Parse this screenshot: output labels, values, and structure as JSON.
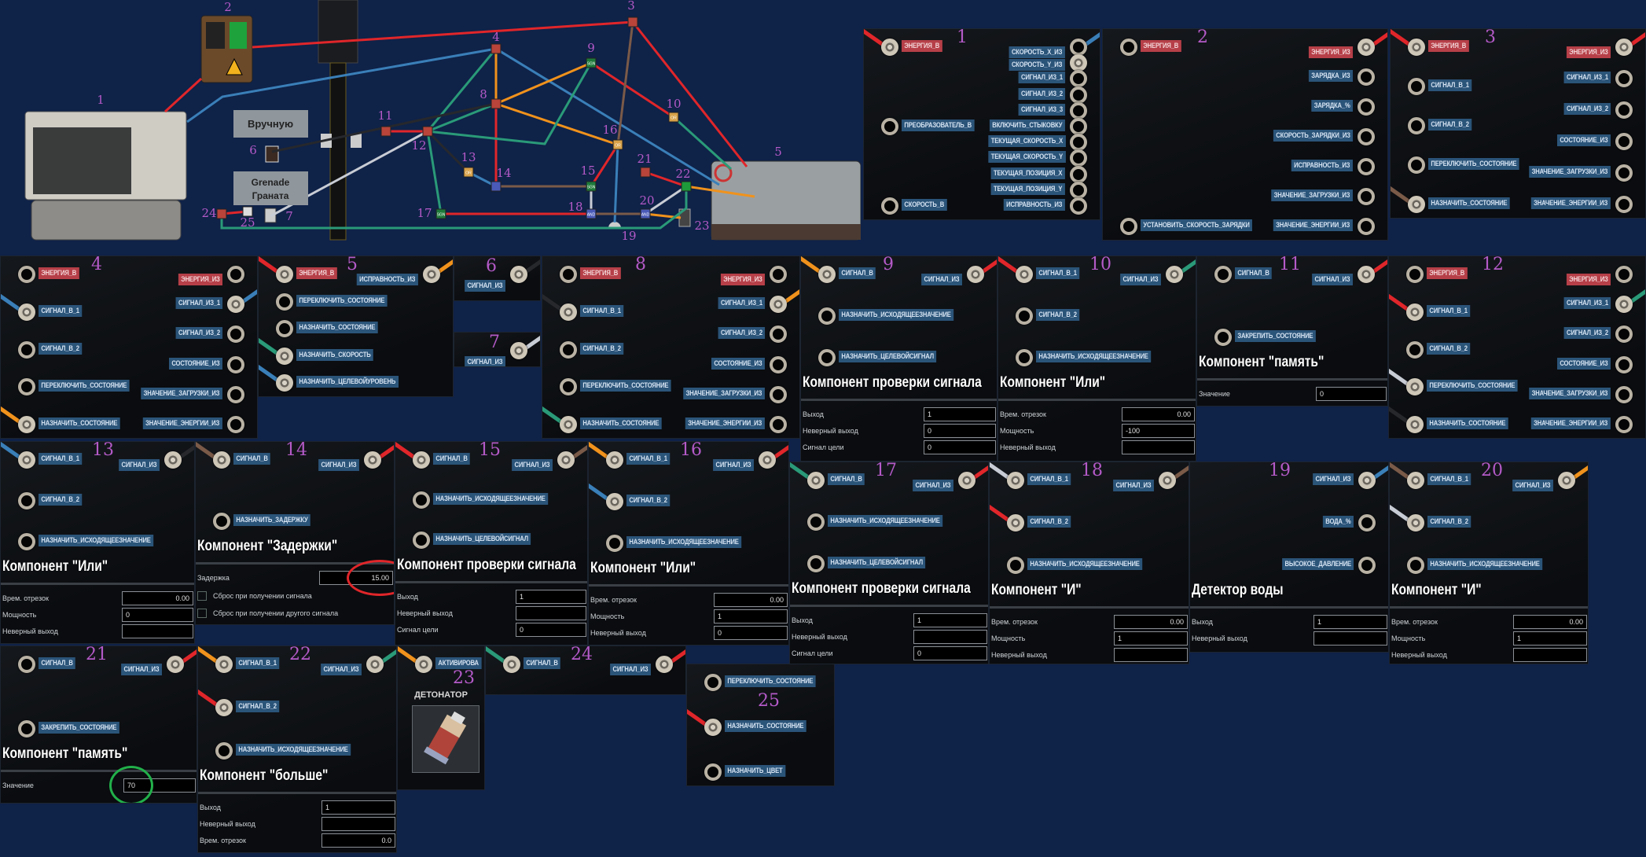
{
  "diagram": {
    "manual_button": "Вручную",
    "grenade_label_en": "Grenade",
    "grenade_label_ru": "Граната",
    "device_numbers": [
      "1",
      "2",
      "3",
      "4",
      "5",
      "6",
      "7",
      "8",
      "9",
      "10",
      "11",
      "12",
      "13",
      "14",
      "15",
      "16",
      "17",
      "18",
      "19",
      "20",
      "21",
      "22",
      "23",
      "24",
      "25"
    ],
    "chips": {
      "9": "SGN",
      "10": "OR",
      "13": "OR",
      "15": "SGN",
      "16": "OR",
      "17": "SGN",
      "18": "AND",
      "20": "AND"
    },
    "colors": {
      "red": "#e0262a",
      "blue": "#3a7fb8",
      "orange": "#f0921c",
      "green": "#2a9a78",
      "white": "#c8ccd4",
      "brown": "#7a5a48",
      "black": "#26282c"
    }
  },
  "panels": [
    {
      "id": "1",
      "left": [
        {
          "t": "ЭНЕРГИЯ_В",
          "e": true,
          "c": true,
          "w": "#e0262a"
        },
        {
          "t": "ПРЕОБРАЗОВАТЕЛЬ_В"
        },
        {
          "t": "СКОРОСТЬ_В"
        }
      ],
      "right": [
        {
          "t": "СКОРОСТЬ_X_ИЗ",
          "w": "#3a7fb8"
        },
        {
          "t": "СКОРОСТЬ_Y_ИЗ",
          "c": true
        },
        {
          "t": "СИГНАЛ_ИЗ_1"
        },
        {
          "t": "СИГНАЛ_ИЗ_2"
        },
        {
          "t": "СИГНАЛ_ИЗ_3"
        },
        {
          "t": "ВКЛЮЧИТЬ_СТЫКОВКУ"
        },
        {
          "t": "ТЕКУЩАЯ_СКОРОСТЬ_X"
        },
        {
          "t": "ТЕКУЩАЯ_СКОРОСТЬ_Y"
        },
        {
          "t": "ТЕКУЩАЯ_ПОЗИЦИЯ_X"
        },
        {
          "t": "ТЕКУЩАЯ_ПОЗИЦИЯ_Y"
        },
        {
          "t": "ИСПРАВНОСТЬ_ИЗ"
        }
      ]
    },
    {
      "id": "2",
      "left": [
        {
          "t": "ЭНЕРГИЯ_В",
          "e": true
        },
        {
          "t": "УСТАНОВИТЬ_СКОРОСТЬ_ЗАРЯДКИ"
        }
      ],
      "right": [
        {
          "t": "ЭНЕРГИЯ_ИЗ",
          "e": true,
          "c": true,
          "w": "#e0262a"
        },
        {
          "t": "ЗАРЯДКА_ИЗ"
        },
        {
          "t": "ЗАРЯДКА_%"
        },
        {
          "t": "СКОРОСТЬ_ЗАРЯДКИ_ИЗ"
        },
        {
          "t": "ИСПРАВНОСТЬ_ИЗ"
        },
        {
          "t": "ЗНАЧЕНИЕ_ЗАГРУЗКИ_ИЗ"
        },
        {
          "t": "ЗНАЧЕНИЕ_ЭНЕРГИИ_ИЗ"
        }
      ]
    },
    {
      "id": "3",
      "left": [
        {
          "t": "ЭНЕРГИЯ_В",
          "e": true,
          "c": true,
          "w": "#e0262a"
        },
        {
          "t": "СИГНАЛ_В_1"
        },
        {
          "t": "СИГНАЛ_В_2"
        },
        {
          "t": "ПЕРЕКЛЮЧИТЬ_СОСТОЯНИЕ"
        },
        {
          "t": "НАЗНАЧИТЬ_СОСТОЯНИЕ",
          "c": true,
          "w": "#7a5a48"
        }
      ],
      "right": [
        {
          "t": "ЭНЕРГИЯ_ИЗ",
          "e": true,
          "c": true,
          "w": "#e0262a"
        },
        {
          "t": "СИГНАЛ_ИЗ_1"
        },
        {
          "t": "СИГНАЛ_ИЗ_2"
        },
        {
          "t": "СОСТОЯНИЕ_ИЗ"
        },
        {
          "t": "ЗНАЧЕНИЕ_ЗАГРУЗКИ_ИЗ"
        },
        {
          "t": "ЗНАЧЕНИЕ_ЭНЕРГИИ_ИЗ"
        }
      ]
    },
    {
      "id": "4",
      "left": [
        {
          "t": "ЭНЕРГИЯ_В",
          "e": true
        },
        {
          "t": "СИГНАЛ_В_1",
          "c": true,
          "w": "#3a7fb8"
        },
        {
          "t": "СИГНАЛ_В_2"
        },
        {
          "t": "ПЕРЕКЛЮЧИТЬ_СОСТОЯНИЕ"
        },
        {
          "t": "НАЗНАЧИТЬ_СОСТОЯНИЕ",
          "c": true,
          "w": "#f0921c"
        }
      ],
      "right": [
        {
          "t": "ЭНЕРГИЯ_ИЗ",
          "e": true
        },
        {
          "t": "СИГНАЛ_ИЗ_1",
          "c": true,
          "w": "#3a7fb8"
        },
        {
          "t": "СИГНАЛ_ИЗ_2"
        },
        {
          "t": "СОСТОЯНИЕ_ИЗ"
        },
        {
          "t": "ЗНАЧЕНИЕ_ЗАГРУЗКИ_ИЗ"
        },
        {
          "t": "ЗНАЧЕНИЕ_ЭНЕРГИИ_ИЗ"
        }
      ]
    },
    {
      "id": "5",
      "left": [
        {
          "t": "ЭНЕРГИЯ_В",
          "e": true,
          "c": true,
          "w": "#e0262a"
        },
        {
          "t": "ПЕРЕКЛЮЧИТЬ_СОСТОЯНИЕ"
        },
        {
          "t": "НАЗНАЧИТЬ_СОСТОЯНИЕ"
        },
        {
          "t": "НАЗНАЧИТЬ_СКОРОСТЬ",
          "c": true,
          "w": "#2a9a78"
        },
        {
          "t": "НАЗНАЧИТЬ_ЦЕЛЕВОЙУРОВЕНЬ",
          "c": true,
          "w": "#3a7fb8"
        }
      ],
      "right": [
        {
          "t": "ИСПРАВНОСТЬ_ИЗ",
          "c": true,
          "w": "#f0921c"
        }
      ]
    },
    {
      "id": "6",
      "left": [],
      "right": [
        {
          "t": "СИГНАЛ_ИЗ",
          "c": true,
          "w": "#26282c"
        }
      ]
    },
    {
      "id": "7",
      "left": [],
      "right": [
        {
          "t": "СИГНАЛ_ИЗ",
          "c": true,
          "w": "#c8ccd4"
        }
      ]
    },
    {
      "id": "8",
      "left": [
        {
          "t": "ЭНЕРГИЯ_В",
          "e": true
        },
        {
          "t": "СИГНАЛ_В_1",
          "c": true,
          "w": "#26282c"
        },
        {
          "t": "СИГНАЛ_В_2"
        },
        {
          "t": "ПЕРЕКЛЮЧИТЬ_СОСТОЯНИЕ"
        },
        {
          "t": "НАЗНАЧИТЬ_СОСТОЯНИЕ",
          "c": true,
          "w": "#2a9a78"
        }
      ],
      "right": [
        {
          "t": "ЭНЕРГИЯ_ИЗ",
          "e": true
        },
        {
          "t": "СИГНАЛ_ИЗ_1",
          "c": true,
          "w": "#f0921c"
        },
        {
          "t": "СИГНАЛ_ИЗ_2"
        },
        {
          "t": "СОСТОЯНИЕ_ИЗ"
        },
        {
          "t": "ЗНАЧЕНИЕ_ЗАГРУЗКИ_ИЗ"
        },
        {
          "t": "ЗНАЧЕНИЕ_ЭНЕРГИИ_ИЗ"
        }
      ]
    },
    {
      "id": "9",
      "title": "Компонент проверки сигнала",
      "left": [
        {
          "t": "СИГНАЛ_В",
          "c": true,
          "w": "#f0921c"
        },
        {
          "t": "НАЗНАЧИТЬ_ИСХОДЯЩЕЕЗНАЧЕНИЕ"
        },
        {
          "t": "НАЗНАЧИТЬ_ЦЕЛЕВОЙСИГНАЛ"
        }
      ],
      "right": [
        {
          "t": "СИГНАЛ_ИЗ",
          "c": true,
          "w": "#e0262a"
        }
      ],
      "fields": [
        {
          "label": "Выход",
          "value": "1"
        },
        {
          "label": "Неверный выход",
          "value": "0"
        },
        {
          "label": "Сигнал цели",
          "value": "0"
        }
      ]
    },
    {
      "id": "10",
      "title": "Компонент \"Или\"",
      "left": [
        {
          "t": "СИГНАЛ_В_1",
          "c": true,
          "w": "#e0262a"
        },
        {
          "t": "СИГНАЛ_В_2"
        },
        {
          "t": "НАЗНАЧИТЬ_ИСХОДЯЩЕЕЗНАЧЕНИЕ"
        }
      ],
      "right": [
        {
          "t": "СИГНАЛ_ИЗ",
          "c": true,
          "w": "#2a9a78"
        }
      ],
      "fields": [
        {
          "label": "Врем. отрезок",
          "value": "0.00",
          "num": true
        },
        {
          "label": "Мощность",
          "value": "-100"
        },
        {
          "label": "Неверный выход",
          "value": ""
        }
      ]
    },
    {
      "id": "11",
      "title": "Компонент \"память\"",
      "left": [
        {
          "t": "СИГНАЛ_В"
        },
        {
          "t": "ЗАКРЕПИТЬ_СОСТОЯНИЕ"
        }
      ],
      "right": [
        {
          "t": "СИГНАЛ_ИЗ",
          "c": true,
          "w": "#e0262a"
        }
      ],
      "fields": [
        {
          "label": "Значение",
          "value": "0"
        }
      ]
    },
    {
      "id": "12",
      "left": [
        {
          "t": "ЭНЕРГИЯ_В",
          "e": true
        },
        {
          "t": "СИГНАЛ_В_1",
          "c": true,
          "w": "#e0262a"
        },
        {
          "t": "СИГНАЛ_В_2"
        },
        {
          "t": "ПЕРЕКЛЮЧИТЬ_СОСТОЯНИЕ",
          "c": true,
          "w": "#c8ccd4"
        },
        {
          "t": "НАЗНАЧИТЬ_СОСТОЯНИЕ",
          "c": true,
          "w": "#26282c"
        }
      ],
      "right": [
        {
          "t": "ЭНЕРГИЯ_ИЗ",
          "e": true
        },
        {
          "t": "СИГНАЛ_ИЗ_1",
          "c": true,
          "w": "#2a9a78"
        },
        {
          "t": "СИГНАЛ_ИЗ_2"
        },
        {
          "t": "СОСТОЯНИЕ_ИЗ"
        },
        {
          "t": "ЗНАЧЕНИЕ_ЗАГРУЗКИ_ИЗ"
        },
        {
          "t": "ЗНАЧЕНИЕ_ЭНЕРГИИ_ИЗ"
        }
      ]
    },
    {
      "id": "13",
      "title": "Компонент \"Или\"",
      "left": [
        {
          "t": "СИГНАЛ_В_1",
          "c": true,
          "w": "#3a7fb8"
        },
        {
          "t": "СИГНАЛ_В_2"
        },
        {
          "t": "НАЗНАЧИТЬ_ИСХОДЯЩЕЕЗНАЧЕНИЕ"
        }
      ],
      "right": [
        {
          "t": "СИГНАЛ_ИЗ",
          "c": true,
          "w": "#26282c"
        }
      ],
      "fields": [
        {
          "label": "Врем. отрезок",
          "value": "0.00",
          "num": true
        },
        {
          "label": "Мощность",
          "value": "0"
        },
        {
          "label": "Неверный выход",
          "value": ""
        }
      ]
    },
    {
      "id": "14",
      "title": "Компонент \"Задержки\"",
      "left": [
        {
          "t": "СИГНАЛ_В",
          "c": true,
          "w": "#7a5a48"
        },
        {
          "t": "НАЗНАЧИТЬ_ЗАДЕРЖКУ"
        }
      ],
      "right": [
        {
          "t": "СИГНАЛ_ИЗ",
          "c": true,
          "w": "#e0262a"
        }
      ],
      "fields": [
        {
          "label": "Задержка",
          "value": "15.00",
          "num": true,
          "highlight": "#e0262a"
        }
      ],
      "checks": [
        "Сброс при получении сигнала",
        "Сброс при получении другого сигнала"
      ]
    },
    {
      "id": "15",
      "title": "Компонент проверки сигнала",
      "left": [
        {
          "t": "СИГНАЛ_В",
          "c": true,
          "w": "#e0262a"
        },
        {
          "t": "НАЗНАЧИТЬ_ИСХОДЯЩЕЕЗНАЧЕНИЕ"
        },
        {
          "t": "НАЗНАЧИТЬ_ЦЕЛЕВОЙСИГНАЛ"
        }
      ],
      "right": [
        {
          "t": "СИГНАЛ_ИЗ",
          "c": true,
          "w": "#7a5a48"
        }
      ],
      "fields": [
        {
          "label": "Выход",
          "value": "1"
        },
        {
          "label": "Неверный выход",
          "value": ""
        },
        {
          "label": "Сигнал цели",
          "value": "0"
        }
      ]
    },
    {
      "id": "16",
      "title": "Компонент \"Или\"",
      "left": [
        {
          "t": "СИГНАЛ_В_1",
          "c": true,
          "w": "#f0921c"
        },
        {
          "t": "СИГНАЛ_В_2",
          "c": true,
          "w": "#3a7fb8"
        },
        {
          "t": "НАЗНАЧИТЬ_ИСХОДЯЩЕЕЗНАЧЕНИЕ"
        }
      ],
      "right": [
        {
          "t": "СИГНАЛ_ИЗ",
          "c": true,
          "w": "#e0262a"
        }
      ],
      "fields": [
        {
          "label": "Врем. отрезок",
          "value": "0.00",
          "num": true
        },
        {
          "label": "Мощность",
          "value": "1"
        },
        {
          "label": "Неверный выход",
          "value": "0"
        }
      ]
    },
    {
      "id": "17",
      "title": "Компонент проверки сигнала",
      "left": [
        {
          "t": "СИГНАЛ_В",
          "c": true,
          "w": "#2a9a78"
        },
        {
          "t": "НАЗНАЧИТЬ_ИСХОДЯЩЕЕЗНАЧЕНИЕ"
        },
        {
          "t": "НАЗНАЧИТЬ_ЦЕЛЕВОЙСИГНАЛ"
        }
      ],
      "right": [
        {
          "t": "СИГНАЛ_ИЗ",
          "c": true,
          "w": "#e0262a"
        }
      ],
      "fields": [
        {
          "label": "Выход",
          "value": "1"
        },
        {
          "label": "Неверный выход",
          "value": ""
        },
        {
          "label": "Сигнал цели",
          "value": "0"
        }
      ]
    },
    {
      "id": "18",
      "title": "Компонент \"И\"",
      "left": [
        {
          "t": "СИГНАЛ_В_1",
          "c": true,
          "w": "#c8ccd4"
        },
        {
          "t": "СИГНАЛ_В_2",
          "c": true,
          "w": "#e0262a"
        },
        {
          "t": "НАЗНАЧИТЬ_ИСХОДЯЩЕЕЗНАЧЕНИЕ"
        }
      ],
      "right": [
        {
          "t": "СИГНАЛ_ИЗ",
          "c": true,
          "w": "#7a5a48"
        }
      ],
      "fields": [
        {
          "label": "Врем. отрезок",
          "value": "0.00",
          "num": true
        },
        {
          "label": "Мощность",
          "value": "1"
        },
        {
          "label": "Неверный выход",
          "value": ""
        }
      ]
    },
    {
      "id": "19",
      "title": "Детектор воды",
      "left": [],
      "right": [
        {
          "t": "СИГНАЛ_ИЗ",
          "c": true,
          "w": "#3a7fb8"
        },
        {
          "t": "ВОДА_%"
        },
        {
          "t": "ВЫСОКОЕ_ДАВЛЕНИЕ"
        }
      ],
      "fields": [
        {
          "label": "Выход",
          "value": "1"
        },
        {
          "label": "Неверный выход",
          "value": ""
        }
      ]
    },
    {
      "id": "20",
      "title": "Компонент \"И\"",
      "left": [
        {
          "t": "СИГНАЛ_В_1",
          "c": true,
          "w": "#7a5a48"
        },
        {
          "t": "СИГНАЛ_В_2",
          "c": true,
          "w": "#c8ccd4"
        },
        {
          "t": "НАЗНАЧИТЬ_ИСХОДЯЩЕЕЗНАЧЕНИЕ"
        }
      ],
      "right": [
        {
          "t": "СИГНАЛ_ИЗ",
          "c": true,
          "w": "#f0921c"
        }
      ],
      "fields": [
        {
          "label": "Врем. отрезок",
          "value": "0.00",
          "num": true
        },
        {
          "label": "Мощность",
          "value": "1"
        },
        {
          "label": "Неверный выход",
          "value": ""
        }
      ]
    },
    {
      "id": "21",
      "title": "Компонент \"память\"",
      "left": [
        {
          "t": "СИГНАЛ_В"
        },
        {
          "t": "ЗАКРЕПИТЬ_СОСТОЯНИЕ"
        }
      ],
      "right": [
        {
          "t": "СИГНАЛ_ИЗ",
          "c": true,
          "w": "#e0262a"
        }
      ],
      "fields": [
        {
          "label": "Значение",
          "value": "70",
          "highlight": "#22b04a"
        }
      ]
    },
    {
      "id": "22",
      "title": "Компонент \"больше\"",
      "left": [
        {
          "t": "СИГНАЛ_В_1",
          "c": true,
          "w": "#f0921c"
        },
        {
          "t": "СИГНАЛ_В_2",
          "c": true,
          "w": "#e0262a"
        },
        {
          "t": "НАЗНАЧИТЬ_ИСХОДЯЩЕЕЗНАЧЕНИЕ"
        }
      ],
      "right": [
        {
          "t": "СИГНАЛ_ИЗ",
          "c": true,
          "w": "#2a9a78"
        }
      ],
      "fields": [
        {
          "label": "Выход",
          "value": "1"
        },
        {
          "label": "Неверный выход",
          "value": ""
        },
        {
          "label": "Врем. отрезок",
          "value": "0.0",
          "num": true
        }
      ]
    },
    {
      "id": "23",
      "left": [
        {
          "t": "АКТИВИРОВА",
          "c": true,
          "w": "#f0921c"
        }
      ],
      "right": [],
      "device_title": "ДЕТОНАТОР"
    },
    {
      "id": "24",
      "left": [
        {
          "t": "СИГНАЛ_В",
          "c": true,
          "w": "#2a9a78"
        }
      ],
      "right": [
        {
          "t": "СИГНАЛ_ИЗ",
          "c": true,
          "w": "#e0262a"
        }
      ]
    },
    {
      "id": "25",
      "left": [
        {
          "t": "ПЕРЕКЛЮЧИТЬ_СОСТОЯНИЕ"
        },
        {
          "t": "НАЗНАЧИТЬ_СОСТОЯНИЕ",
          "c": true,
          "w": "#e0262a"
        },
        {
          "t": "НАЗНАЧИТЬ_ЦВЕТ"
        }
      ],
      "right": []
    }
  ]
}
